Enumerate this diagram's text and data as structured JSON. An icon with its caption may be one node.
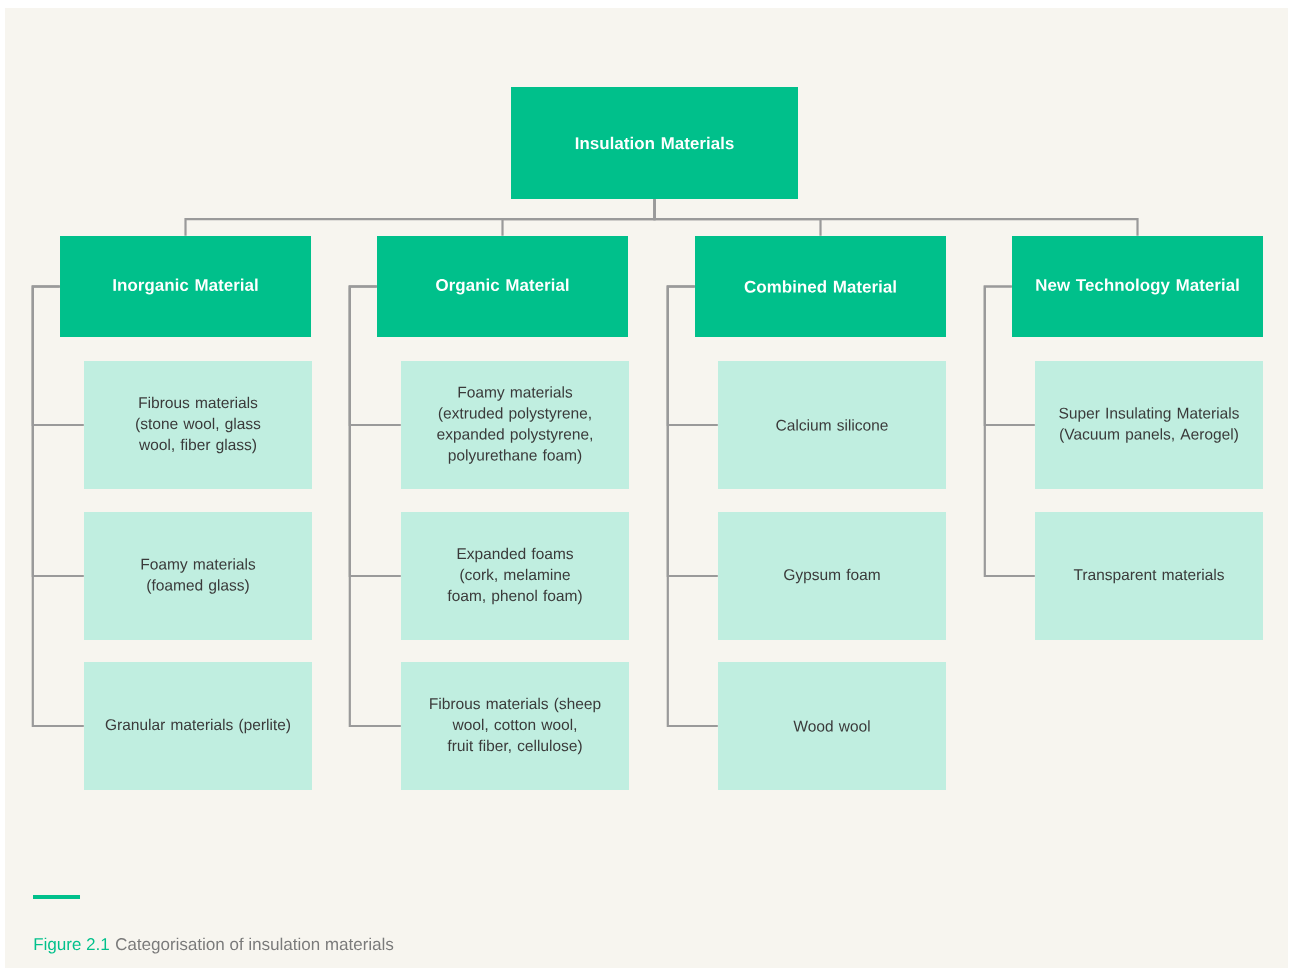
{
  "diagram": {
    "caption": "Categorisation of insulation materials",
    "nodes": [
      {
        "text": [
          "Insulation Materials"
        ]
      },
      {
        "text": [
          "Inorganic Material"
        ]
      },
      {
        "text": [
          "Organic Material"
        ]
      },
      {
        "text": [
          "Combined Material"
        ]
      },
      {
        "text": [
          "New Technology Material"
        ]
      },
      {
        "text": [
          "Fibrous materials (stone wool, glass wool, fiber glass)"
        ]
      },
      {
        "text": [
          "Foamy materials (foamed glass)"
        ]
      },
      {
        "text": [
          "Granular materials (perlite)"
        ]
      },
      {
        "text": [
          "Foamy materials (extruded polystyrene, expanded polystyrene, polyurethane foam)"
        ]
      },
      {
        "text": [
          "Expanded foams (cork, melamine foam, phenol foam)"
        ]
      },
      {
        "text": [
          "Fibrous materials (sheep wool, cotton wool, fruit fiber, cellulose)"
        ]
      },
      {
        "text": [
          "Calcium silicone"
        ]
      },
      {
        "text": [
          "Gypsum foam"
        ]
      },
      {
        "text": [
          "Wood wool"
        ]
      },
      {
        "text": [
          "Super Insulating Materials (Vacuum panels, Aerogel)"
        ]
      },
      {
        "text": [
          "Transparent materials"
        ]
      }
    ],
    "edges": [
      {
        "from": 0,
        "to": 1,
        "arrow": "none"
      },
      {
        "from": 0,
        "to": 2,
        "arrow": "none"
      },
      {
        "from": 0,
        "to": 3,
        "arrow": "none"
      },
      {
        "from": 0,
        "to": 4,
        "arrow": "none"
      },
      {
        "from": 1,
        "to": 5,
        "arrow": "none"
      },
      {
        "from": 1,
        "to": 6,
        "arrow": "none"
      },
      {
        "from": 1,
        "to": 7,
        "arrow": "none"
      },
      {
        "from": 2,
        "to": 8,
        "arrow": "none"
      },
      {
        "from": 2,
        "to": 9,
        "arrow": "none"
      },
      {
        "from": 2,
        "to": 10,
        "arrow": "none"
      },
      {
        "from": 3,
        "to": 11,
        "arrow": "none"
      },
      {
        "from": 3,
        "to": 12,
        "arrow": "none"
      },
      {
        "from": 3,
        "to": 13,
        "arrow": "none"
      },
      {
        "from": 4,
        "to": 14,
        "arrow": "none"
      },
      {
        "from": 4,
        "to": 15,
        "arrow": "none"
      }
    ],
    "labels": [
      "Figure 2.1"
    ]
  }
}
